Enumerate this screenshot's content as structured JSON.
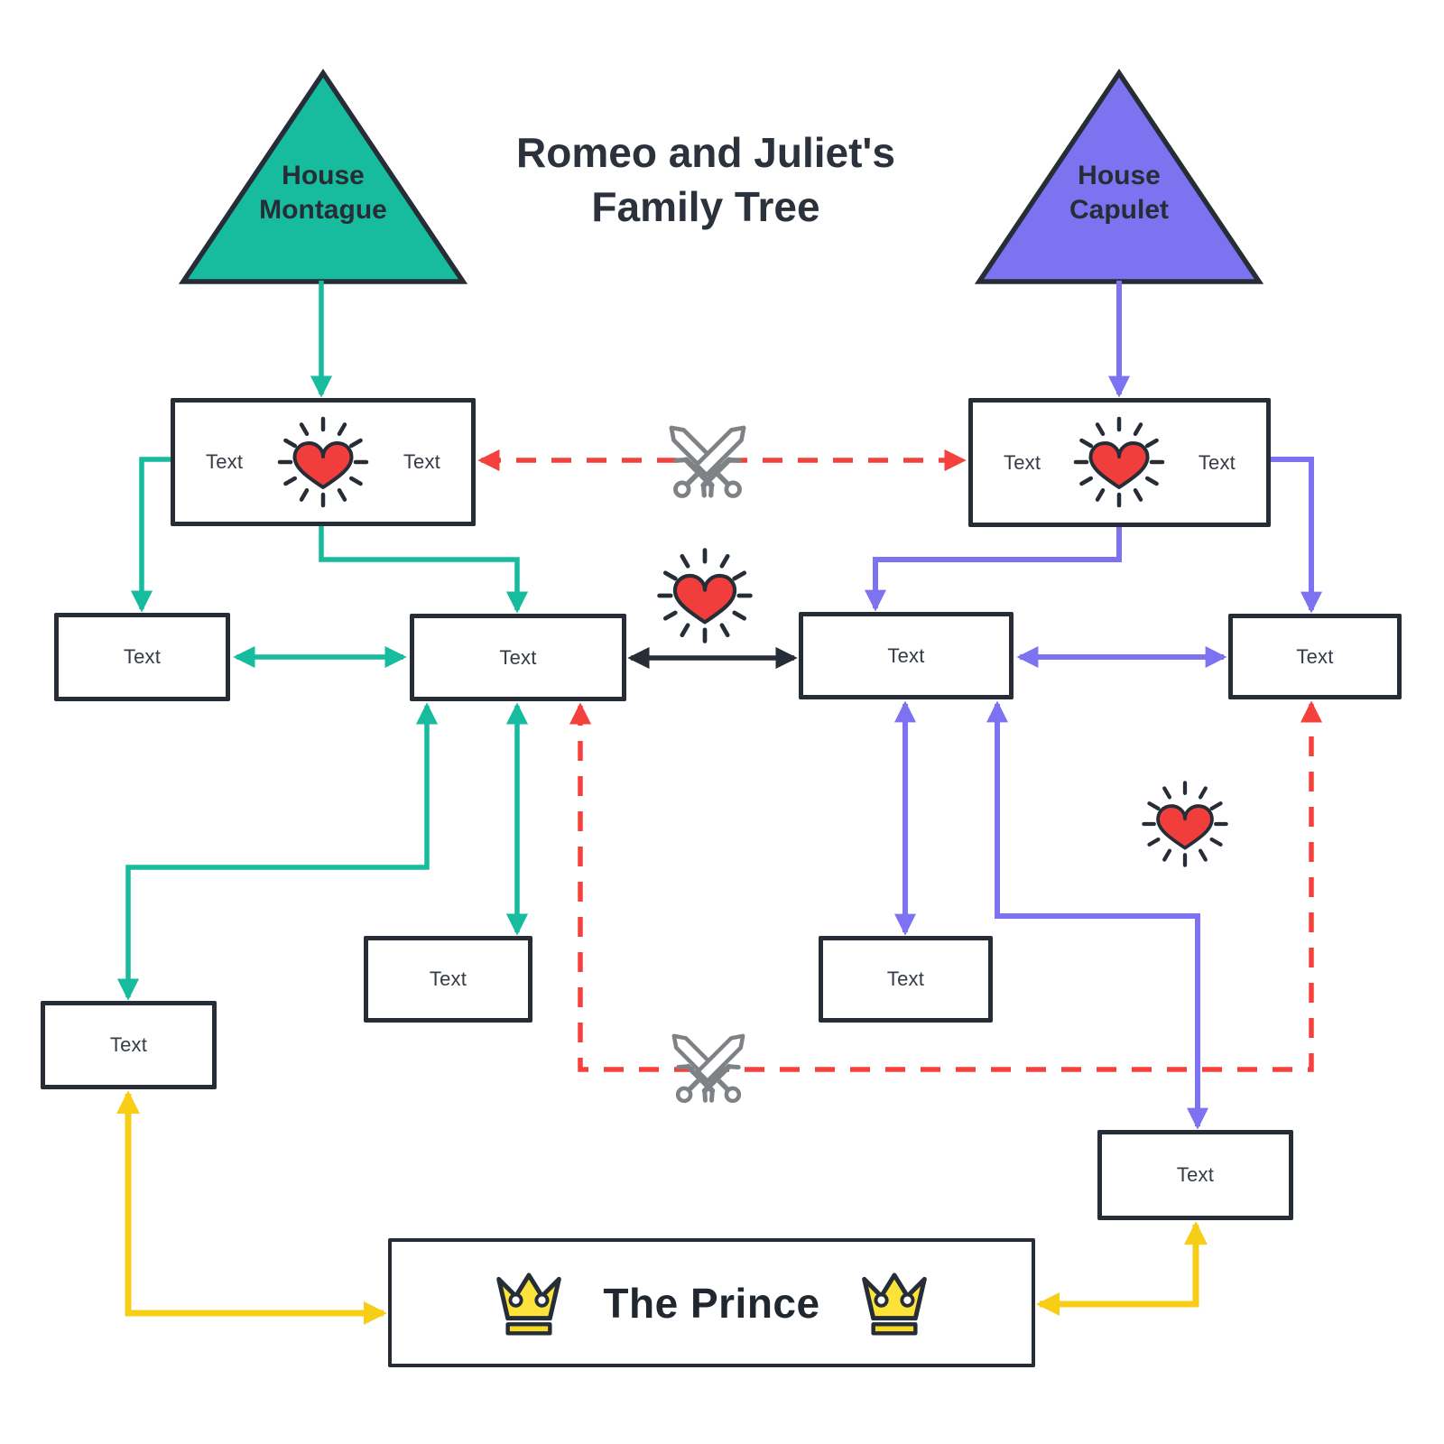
{
  "title": {
    "line1": "Romeo and Juliet's",
    "line2": "Family Tree"
  },
  "houses": {
    "montague": {
      "label": "House Montague"
    },
    "capulet": {
      "label": "House Capulet"
    }
  },
  "boxes": {
    "montague_parents": {
      "left": "Text",
      "right": "Text"
    },
    "capulet_parents": {
      "left": "Text",
      "right": "Text"
    },
    "mid_far_left": {
      "label": "Text"
    },
    "mid_left": {
      "label": "Text"
    },
    "mid_right": {
      "label": "Text"
    },
    "mid_far_right": {
      "label": "Text"
    },
    "lower_left": {
      "label": "Text"
    },
    "lower_mid_left": {
      "label": "Text"
    },
    "lower_mid_right": {
      "label": "Text"
    },
    "lower_right": {
      "label": "Text"
    },
    "prince": {
      "label": "The Prince"
    }
  },
  "icons": {
    "heart": "radiant-heart",
    "swords": "crossed-swords",
    "crown": "royal-crown"
  },
  "colors": {
    "montague_teal": "#17bc9e",
    "capulet_purple": "#7d73f0",
    "conflict_red": "#f4413c",
    "prince_yellow": "#f8cd15",
    "outline_dark": "#262d37",
    "sword_gray": "#7e8287",
    "heart_red": "#f23d3d",
    "crown_yellow": "#fce33c"
  }
}
